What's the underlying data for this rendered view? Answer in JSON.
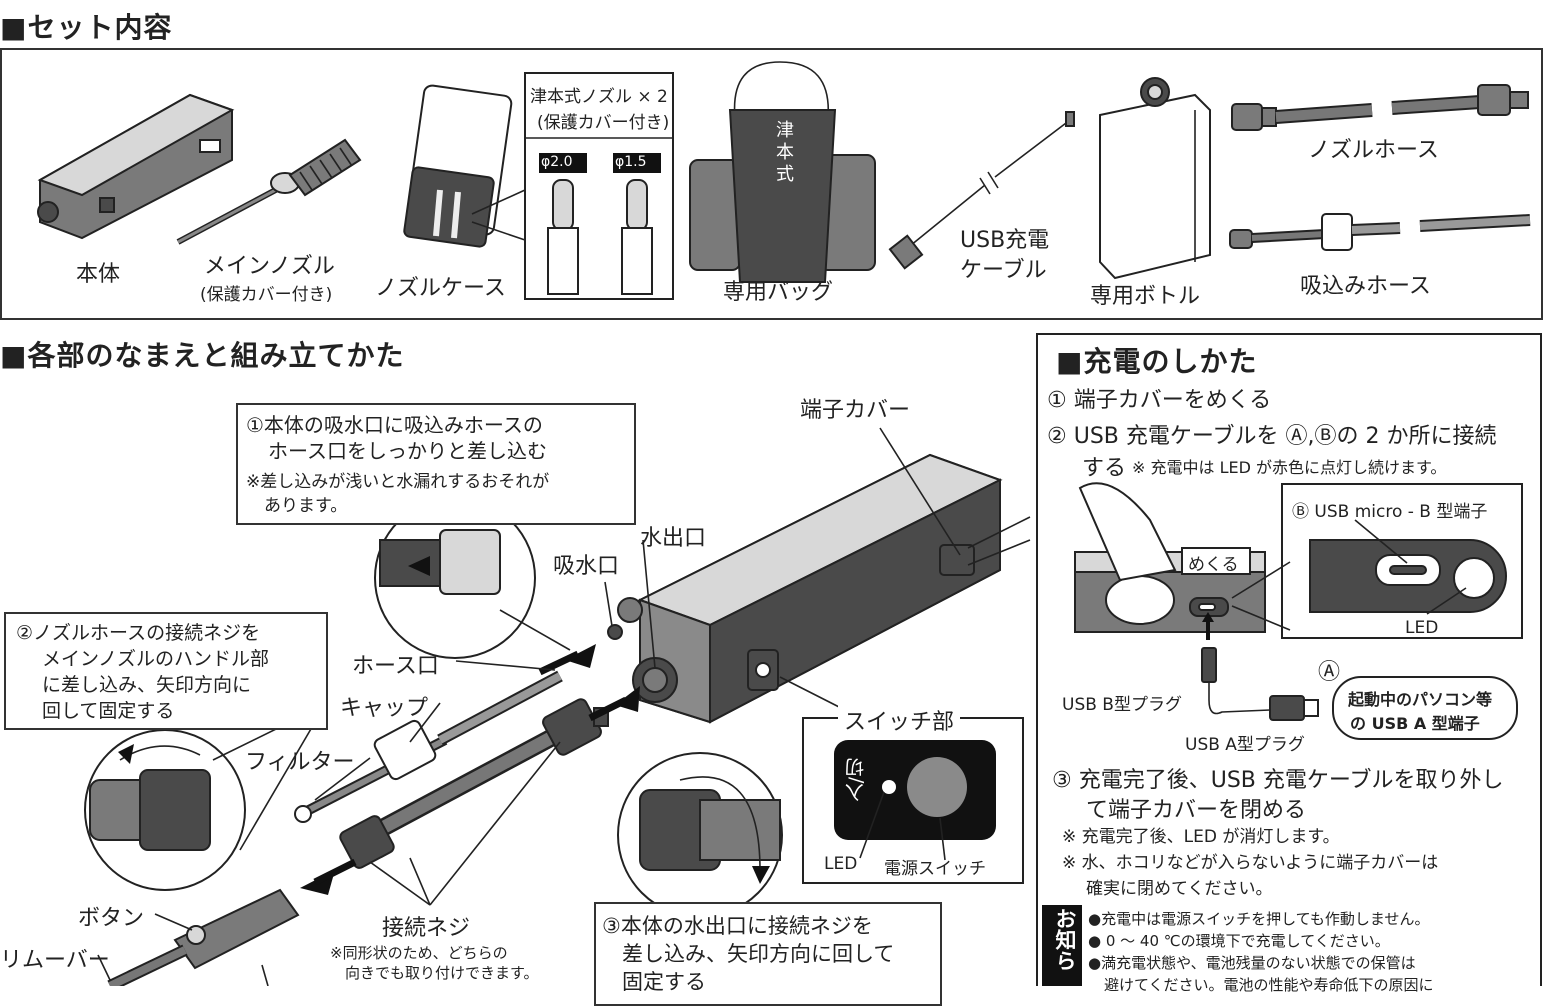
{
  "set": {
    "title": "■セット内容",
    "items": {
      "body": "本体",
      "main_nozzle": "メインノズル",
      "main_nozzle_note": "(保護カバー付き)",
      "nozzle_case": "ノズルケース",
      "tsumoto_nozzle": "津本式ノズル × 2",
      "tsumoto_nozzle_note": "(保護カバー付き)",
      "phi_a": "φ2.0",
      "phi_b": "φ1.5",
      "bag": "専用バッグ",
      "bag_text": "津本式",
      "cable_1": "USB充電",
      "cable_2": "ケーブル",
      "bottle": "専用ボトル",
      "nozzle_hose": "ノズルホース",
      "suction_hose": "吸込みホース"
    }
  },
  "parts": {
    "title": "■各部のなまえと組み立てかた",
    "step1_line1": "①本体の吸水口に吸込みホースの",
    "step1_line2": "ホース口をしっかりと差し込む",
    "step1_note1": "※差し込みが浅いと水漏れするおそれが",
    "step1_note2": "あります。",
    "step2_line1": "②ノズルホースの接続ネジを",
    "step2_line2": "メインノズルのハンドル部",
    "step2_line3": "に差し込み、矢印方向に",
    "step2_line4": "回して固定する",
    "step3_line1": "③本体の水出口に接続ネジを",
    "step3_line2": "差し込み、矢印方向に回して",
    "step3_line3": "固定する",
    "terminal_cover": "端子カバー",
    "water_out": "水出口",
    "water_in": "吸水口",
    "hose_port": "ホース口",
    "cap": "キャップ",
    "filter": "フィルター",
    "button": "ボタン",
    "remover": "リムーバー",
    "connect_screw": "接続ネジ",
    "screw_note1": "※同形状のため、どちらの",
    "screw_note2": "向きでも取り付けできます。",
    "switch_section": "スイッチ部",
    "switch_onoff": "入/切",
    "led": "LED",
    "power_switch": "電源スイッチ"
  },
  "charge": {
    "title": "■充電のしかた",
    "s1": "① 端子カバーをめくる",
    "s2_line1": "② USB 充電ケーブルを Ⓐ,Ⓑの 2 か所に接続",
    "s2_line2": "する",
    "s2_note": "※ 充電中は LED が赤色に点灯し続けます。",
    "mekuru": "めくる",
    "usb_micro": "Ⓑ USB micro - B 型端子",
    "led": "LED",
    "usb_b_plug": "USB B型プラグ",
    "usb_a_plug": "USB A型プラグ",
    "mark_a": "Ⓐ",
    "pc_line1": "起動中のパソコン等",
    "pc_line2": "の USB A 型端子",
    "s3_line1": "③ 充電完了後、USB 充電ケーブルを取り外し",
    "s3_line2": "て端子カバーを閉める",
    "n1": "※ 充電完了後、LED が消灯します。",
    "n2_line1": "※ 水、ホコリなどが入らないように端子カバーは",
    "n2_line2": "確実に閉めてください。",
    "notice_label": "お知ら",
    "b1": "●充電中は電源スイッチを押しても作動しません。",
    "b2": "● 0 ～ 40 ℃の環境下で充電してください。",
    "b3": "●満充電状態や、電池残量のない状態での保管は",
    "b4": "避けてください。電池の性能や寿命低下の原因に"
  }
}
